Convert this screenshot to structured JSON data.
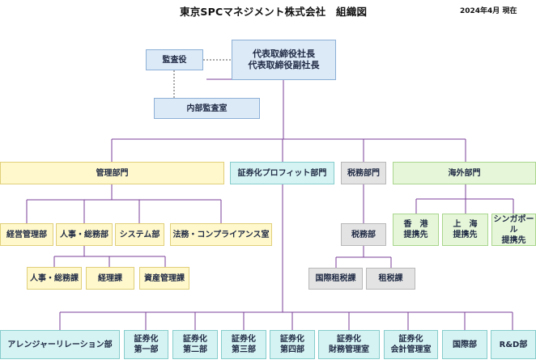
{
  "header": {
    "title": "東京SPCマネジメント株式会社　組織図",
    "date": "2024年4月 現在"
  },
  "executive": {
    "ceo": "代表取締役社長\n代表取締役副社長",
    "auditor": "監査役",
    "internal_audit": "内部監査室"
  },
  "divisions": {
    "kanri": "管理部門",
    "shokenka": "証券化プロフィット部門",
    "zeimu": "税務部門",
    "kaigai": "海外部門"
  },
  "kanri_departments": {
    "keiei": "経営管理部",
    "jinji_somu": "人事・総務部",
    "system": "システム部",
    "homu": "法務・コンプライアンス室"
  },
  "kanri_sections": {
    "jinji_somu_ka": "人事・総務課",
    "keiri": "経理課",
    "shisan": "資産管理課"
  },
  "zeimu_units": {
    "zeimu_bu": "税務部",
    "kokusai": "国際租税課",
    "sozei": "租税課"
  },
  "kaigai_units": {
    "hongkong": "香　港\n提携先",
    "shanghai": "上　海\n提携先",
    "singapore": "シンガポール\n提携先"
  },
  "shokenka_departments": {
    "arranger": "アレンジャーリレーション部",
    "dai1": "証券化\n第一部",
    "dai2": "証券化\n第二部",
    "dai3": "証券化\n第三部",
    "dai4": "証券化\n第四部",
    "zaimu": "証券化\n財務管理室",
    "kaikei": "証券化\n会計管理室",
    "kokusai_bu": "国際部",
    "rd": "R&D部"
  },
  "colors": {
    "connector": "#7b3f98",
    "dotted": "#555555",
    "management": "#dce9f7",
    "admin_division": "#fff8cc",
    "securitization_division": "#d6f3f3",
    "tax_division": "#e3e3e3",
    "overseas_division": "#e6f7d9"
  }
}
